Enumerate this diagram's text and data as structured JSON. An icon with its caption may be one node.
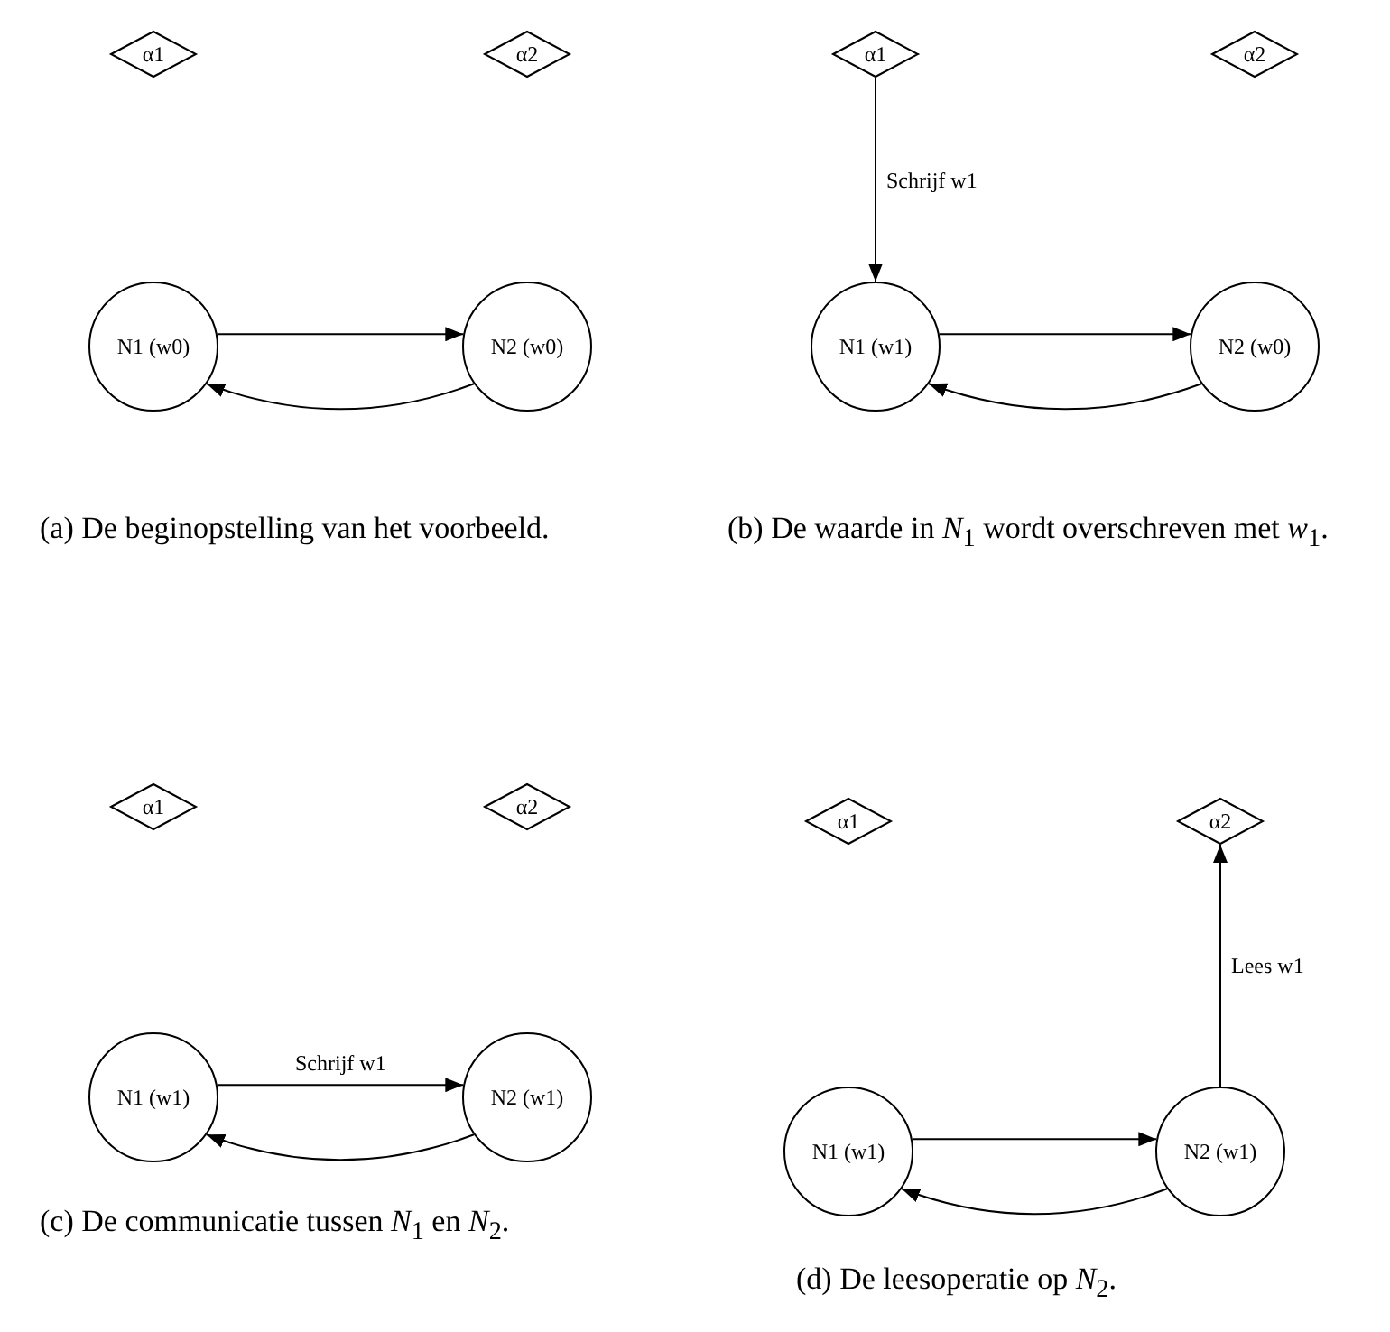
{
  "diagram": {
    "nodes": [
      {
        "text": [
          "α1"
        ]
      },
      {
        "text": [
          "α2"
        ]
      },
      {
        "text": [
          "N1 (w0)"
        ]
      },
      {
        "text": [
          "N2 (w0)"
        ]
      },
      {
        "text": [
          "α1"
        ]
      },
      {
        "text": [
          "α2"
        ]
      },
      {
        "text": [
          "N1 (w1)"
        ]
      },
      {
        "text": [
          "N2 (w0)"
        ]
      },
      {
        "text": [
          "α1"
        ]
      },
      {
        "text": [
          "α2"
        ]
      },
      {
        "text": [
          "N1 (w1)"
        ]
      },
      {
        "text": [
          "N2 (w1)"
        ]
      },
      {
        "text": [
          "α1"
        ]
      },
      {
        "text": [
          "α2"
        ]
      },
      {
        "text": [
          "N1 (w1)"
        ]
      },
      {
        "text": [
          "N2 (w1)"
        ]
      }
    ],
    "edges": [
      {
        "from": 2,
        "to": 3,
        "arrow": "to"
      },
      {
        "from": 3,
        "to": 2,
        "arrow": "to"
      },
      {
        "from": 4,
        "to": 6,
        "arrow": "to",
        "label": "Schrijf w1"
      },
      {
        "from": 6,
        "to": 7,
        "arrow": "to"
      },
      {
        "from": 7,
        "to": 6,
        "arrow": "to"
      },
      {
        "from": 10,
        "to": 11,
        "arrow": "to",
        "label": "Schrijf w1"
      },
      {
        "from": 11,
        "to": 10,
        "arrow": "to"
      },
      {
        "from": 15,
        "to": 13,
        "arrow": "to",
        "label": "Lees w1"
      },
      {
        "from": 14,
        "to": 15,
        "arrow": "to"
      },
      {
        "from": 15,
        "to": 14,
        "arrow": "to"
      }
    ],
    "labels": [
      "(a) De beginopstelling van het voorbeeld.",
      "(b) De waarde in *N*$_{1}$ wordt overschreven met *w*$_{1}$.",
      "(c) De communicatie tussen *N*$_{1}$ en *N*$_{2}$.",
      "(d) De leesoperatie op *N*$_{2}$."
    ]
  }
}
